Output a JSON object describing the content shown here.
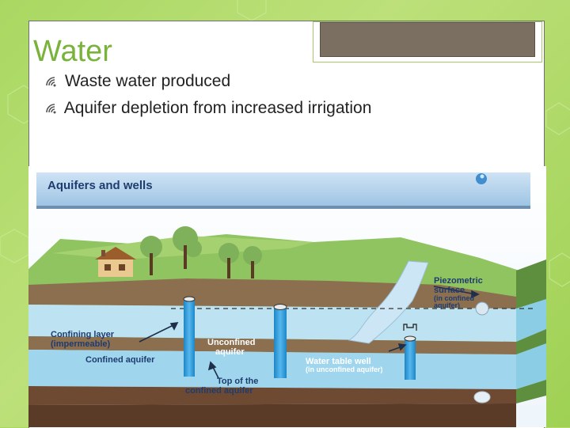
{
  "slide": {
    "title": "Water",
    "bullets": [
      "Waste water produced",
      "Aquifer depletion from increased irrigation"
    ]
  },
  "diagram": {
    "heading": "Aquifers and wells",
    "labels": {
      "piezometric": "Piezometric",
      "surface": "surface",
      "in_confined": "(in confined",
      "aquifer_paren": "aquifer)",
      "confining_layer": "Confining layer",
      "impermeable": "(impermeable)",
      "confined_aquifer": "Confined aquifer",
      "unconfined": "Unconfined",
      "aquifer": "aquifer",
      "water_table_well": "Water table well",
      "in_unconfined": "(in unconfined aquifer)",
      "top_of_the": "Top of the",
      "confined_aquifer_2": "confined aquifer"
    }
  },
  "colors": {
    "title_green": "#7ab33b",
    "background_green": "#a9d862",
    "label_blue": "#1f3c6e"
  },
  "icons": {
    "bullet": "wifi-signal-icon"
  }
}
